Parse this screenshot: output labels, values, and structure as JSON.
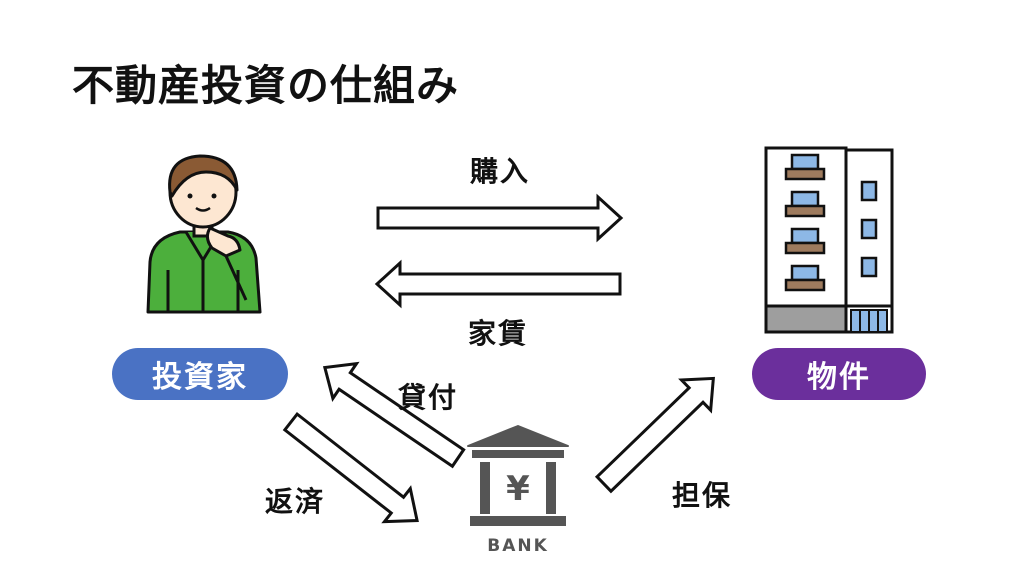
{
  "title": "不動産投資の仕組み",
  "nodes": {
    "investor": {
      "label": "投資家",
      "color": "#4a72c4"
    },
    "property": {
      "label": "物件",
      "color": "#6b2f9c"
    },
    "bank": {
      "label": "BANK",
      "symbol": "¥"
    }
  },
  "flows": {
    "purchase": "購入",
    "rent": "家賃",
    "loan": "貸付",
    "repayment": "返済",
    "collateral": "担保"
  },
  "icons": {
    "investor": "person-thinking-icon",
    "property": "apartment-building-icon",
    "bank": "bank-yen-icon"
  }
}
